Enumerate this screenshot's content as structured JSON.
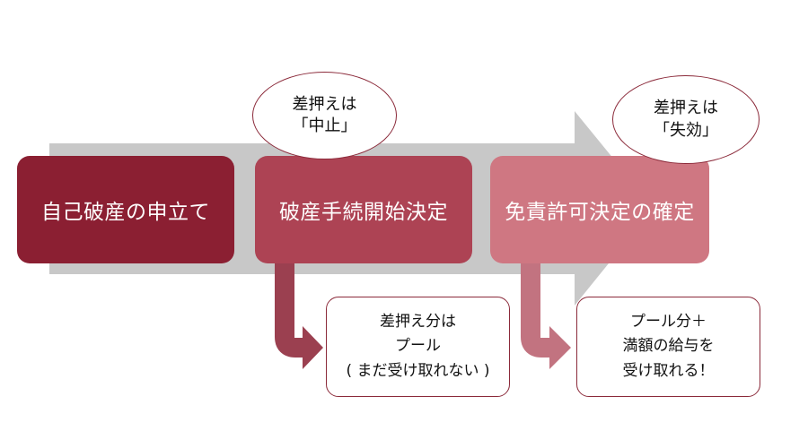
{
  "stages": [
    {
      "label": "自己破産の申立て",
      "color": "#8b1f32"
    },
    {
      "label": "破産手続開始決定",
      "color": "#ad4354"
    },
    {
      "label": "免責許可決定の確定",
      "color": "#cf7782"
    }
  ],
  "callouts": {
    "left": {
      "line1": "差押えは",
      "line2": "「中止」"
    },
    "right": {
      "line1": "差押えは",
      "line2": "「失効」"
    }
  },
  "notes": {
    "left": {
      "line1": "差押え分は",
      "line2": "プール",
      "line3": "( まだ受け取れない )"
    },
    "right": {
      "line1": "プール分＋",
      "line2": "満額の給与を",
      "line3": "受け取れる！"
    }
  },
  "colors": {
    "timeline_arrow": "#c8c8c8",
    "border": "#8b2a3a"
  }
}
